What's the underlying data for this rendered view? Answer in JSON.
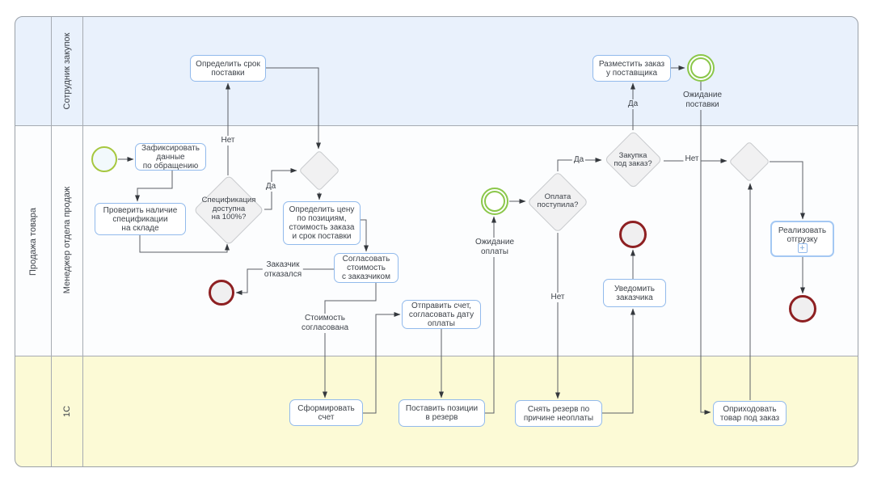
{
  "pool": {
    "title": "Продажа товара"
  },
  "lanes": [
    {
      "label": "Сотрудник закупок"
    },
    {
      "label": "Менеджер отдела продаж"
    },
    {
      "label": "1С"
    }
  ],
  "tasks": {
    "record": "Зафиксировать\nданные\nпо обращению",
    "check": "Проверить наличие\nспецификации\nна складе",
    "term": "Определить срок\nпоставки",
    "price": "Определить цену\nпо позициям,\nстоимость заказа\nи срок поставки",
    "agree": "Согласовать\nстоимость\nс заказчиком",
    "invoice": "Сформировать\nсчет",
    "send": "Отправить счет,\nсогласовать дату\nоплаты",
    "reserve": "Поставить позиции\nв резерв",
    "order": "Разместить заказ\nу поставщика",
    "ship": "Реализовать\nотгрузку",
    "unreserve": "Снять резерв по\nпричине неоплаты",
    "notify": "Уведомить\nзаказчика",
    "receive": "Оприходовать\nтовар под заказ"
  },
  "gateways": {
    "spec": "Спецификация\nдоступна\nна 100%?",
    "payment": "Оплата\nпоступила?",
    "purchase": "Закупка\nпод заказ?"
  },
  "events": {
    "wait_payment": "Ожидание\nоплаты",
    "wait_delivery": "Ожидание\nпоставки"
  },
  "labels": {
    "yes": "Да",
    "no": "Нет",
    "refused": "Заказчик\nотказался",
    "agreed": "Стоимость\nсогласована"
  },
  "icons": {
    "subprocess_plus": "+"
  },
  "colors": {
    "lane_procurement_bg": "#e9f1fc",
    "lane_manager_bg": "#fcfdfe",
    "lane_1c_bg": "#fcfad6",
    "task_border": "#92baec",
    "gateway_fill": "#f1f1f2",
    "gateway_border": "#c9cbce",
    "start_event_stroke": "#a6c73f",
    "intermediate_event_stroke": "#8bc74a",
    "end_event_stroke": "#8e2022",
    "flow_line": "#5c6066"
  }
}
